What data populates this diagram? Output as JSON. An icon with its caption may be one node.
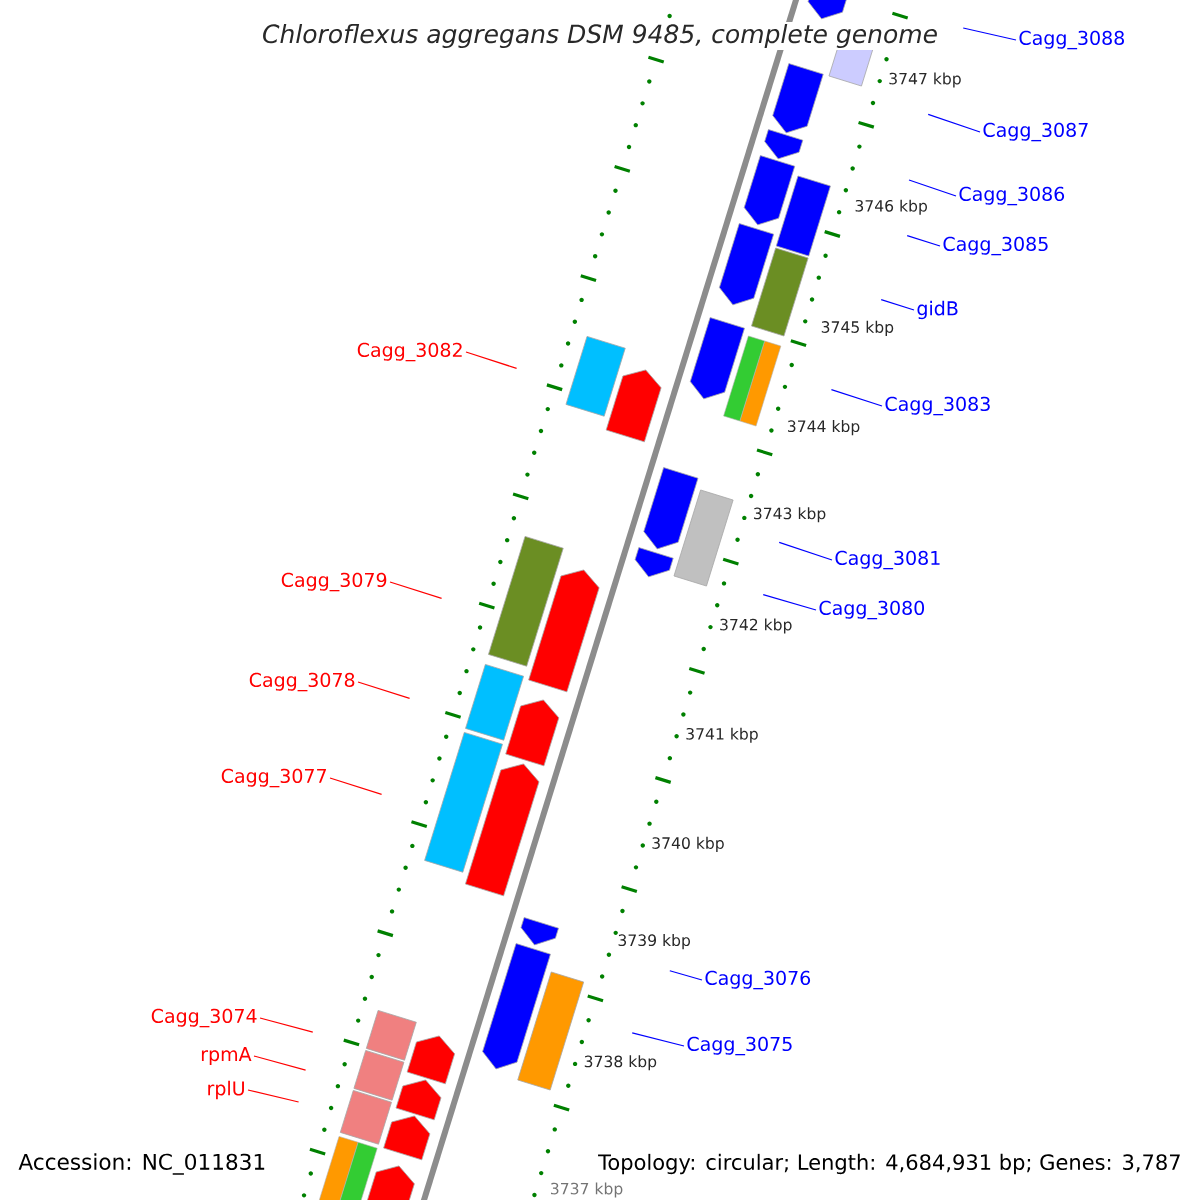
{
  "diagram": {
    "title": "Chloroflexus aggregans DSM 9485, complete genome",
    "nodes": [
      {
        "text": [
          "Cagg_3088"
        ]
      },
      {
        "text": [
          "Cagg_3087"
        ]
      },
      {
        "text": [
          "Cagg_3086"
        ]
      },
      {
        "text": [
          "Cagg_3085"
        ]
      },
      {
        "text": [
          "gidB"
        ]
      },
      {
        "text": [
          "Cagg_3082"
        ]
      },
      {
        "text": [
          "Cagg_3083"
        ]
      },
      {
        "text": [
          "Cagg_3081"
        ]
      },
      {
        "text": [
          "Cagg_3079"
        ]
      },
      {
        "text": [
          "Cagg_3080"
        ]
      },
      {
        "text": [
          "Cagg_3078"
        ]
      },
      {
        "text": [
          "Cagg_3077"
        ]
      },
      {
        "text": [
          "Cagg_3076"
        ]
      },
      {
        "text": [
          "Cagg_3074"
        ]
      },
      {
        "text": [
          "Cagg_3075"
        ]
      },
      {
        "text": [
          "rpmA"
        ]
      },
      {
        "text": [
          "rplU"
        ]
      }
    ],
    "edges": [
      {
        "from": 0,
        "to": null,
        "arrow": "none"
      },
      {
        "from": 1,
        "to": null,
        "arrow": "none"
      },
      {
        "from": 2,
        "to": null,
        "arrow": "none"
      },
      {
        "from": 3,
        "to": null,
        "arrow": "none"
      },
      {
        "from": 4,
        "to": null,
        "arrow": "none"
      },
      {
        "from": 5,
        "to": null,
        "arrow": "none",
        "color": "#ff0000"
      },
      {
        "from": 6,
        "to": null,
        "arrow": "none"
      },
      {
        "from": 7,
        "to": null,
        "arrow": "none"
      },
      {
        "from": 8,
        "to": null,
        "arrow": "none",
        "color": "#ff0000"
      },
      {
        "from": 9,
        "to": null,
        "arrow": "none"
      },
      {
        "from": 10,
        "to": null,
        "arrow": "none",
        "color": "#ff0000"
      },
      {
        "from": 11,
        "to": null,
        "arrow": "none",
        "color": "#ff0000"
      },
      {
        "from": 12,
        "to": null,
        "arrow": "none"
      },
      {
        "from": 13,
        "to": null,
        "arrow": "none",
        "color": "#ff0000"
      },
      {
        "from": 14,
        "to": null,
        "arrow": "none"
      },
      {
        "from": 15,
        "to": null,
        "arrow": "none",
        "color": "#ff0000"
      },
      {
        "from": 16,
        "to": null,
        "arrow": "none",
        "color": "#ff0000"
      }
    ],
    "labels": [
      "3747 kbp",
      "3746 kbp",
      "3745 kbp",
      "3744 kbp",
      "3743 kbp",
      "3742 kbp",
      "3741 kbp",
      "3740 kbp",
      "3739 kbp",
      "3738 kbp",
      "3737 kbp",
      "Accession: NC_011831",
      "Topology: circular; Length: 4,684,931 bp; Genes: 3,787"
    ]
  }
}
